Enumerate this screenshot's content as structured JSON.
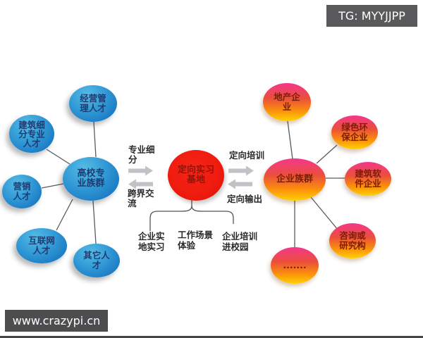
{
  "banners": {
    "tg_label": "TG: MYYJJPP",
    "watermark_label": "www.crazypi.cn"
  },
  "diagram": {
    "center_hub": {
      "label": "定向实习\n基地"
    },
    "left_cluster": {
      "hub": {
        "label": "高校专\n业族群"
      },
      "nodes": [
        {
          "id": "management-talent",
          "label": "经营管\n理人才"
        },
        {
          "id": "construction-subdivision-talent",
          "label": "建筑细\n分专业\n人才"
        },
        {
          "id": "marketing-talent",
          "label": "营销\n人才"
        },
        {
          "id": "internet-talent",
          "label": "互联网\n人才"
        },
        {
          "id": "other-talent",
          "label": "其它人\n才"
        }
      ]
    },
    "right_cluster": {
      "hub": {
        "label": "企业族群"
      },
      "nodes": [
        {
          "id": "real-estate-enterprise",
          "label": "地产企\n业"
        },
        {
          "id": "green-environment-enterprise",
          "label": "绿色环\n保企业"
        },
        {
          "id": "construction-software-enterprise",
          "label": "建筑软\n件企业"
        },
        {
          "id": "consulting-research-institute",
          "label": "咨询或\n研究构"
        },
        {
          "id": "etc",
          "label": "......."
        }
      ]
    },
    "flows": {
      "left_top": "专业细\n分",
      "left_bottom": "跨界交\n流",
      "right_top": "定向培训",
      "right_bottom": "定向输出"
    },
    "programs": [
      {
        "label": "企业实\n地实习"
      },
      {
        "label": "工作场景\n体验"
      },
      {
        "label": "企业培训\n进校园"
      }
    ]
  },
  "colors": {
    "blue_node_top": "#55bce4",
    "blue_node_bottom": "#1565ae",
    "blue_text": "#1d3c74",
    "red_hub": "#ee1b0e",
    "red_hub_text": "#8f150b",
    "warm_node_top": "#f5368c",
    "warm_node_bottom": "#ffd103",
    "warm_text": "#7d1d06",
    "arrow_gray": "#c2c2c6",
    "connector_gray": "#5a5a5a",
    "banner_bg": "#59595b"
  }
}
